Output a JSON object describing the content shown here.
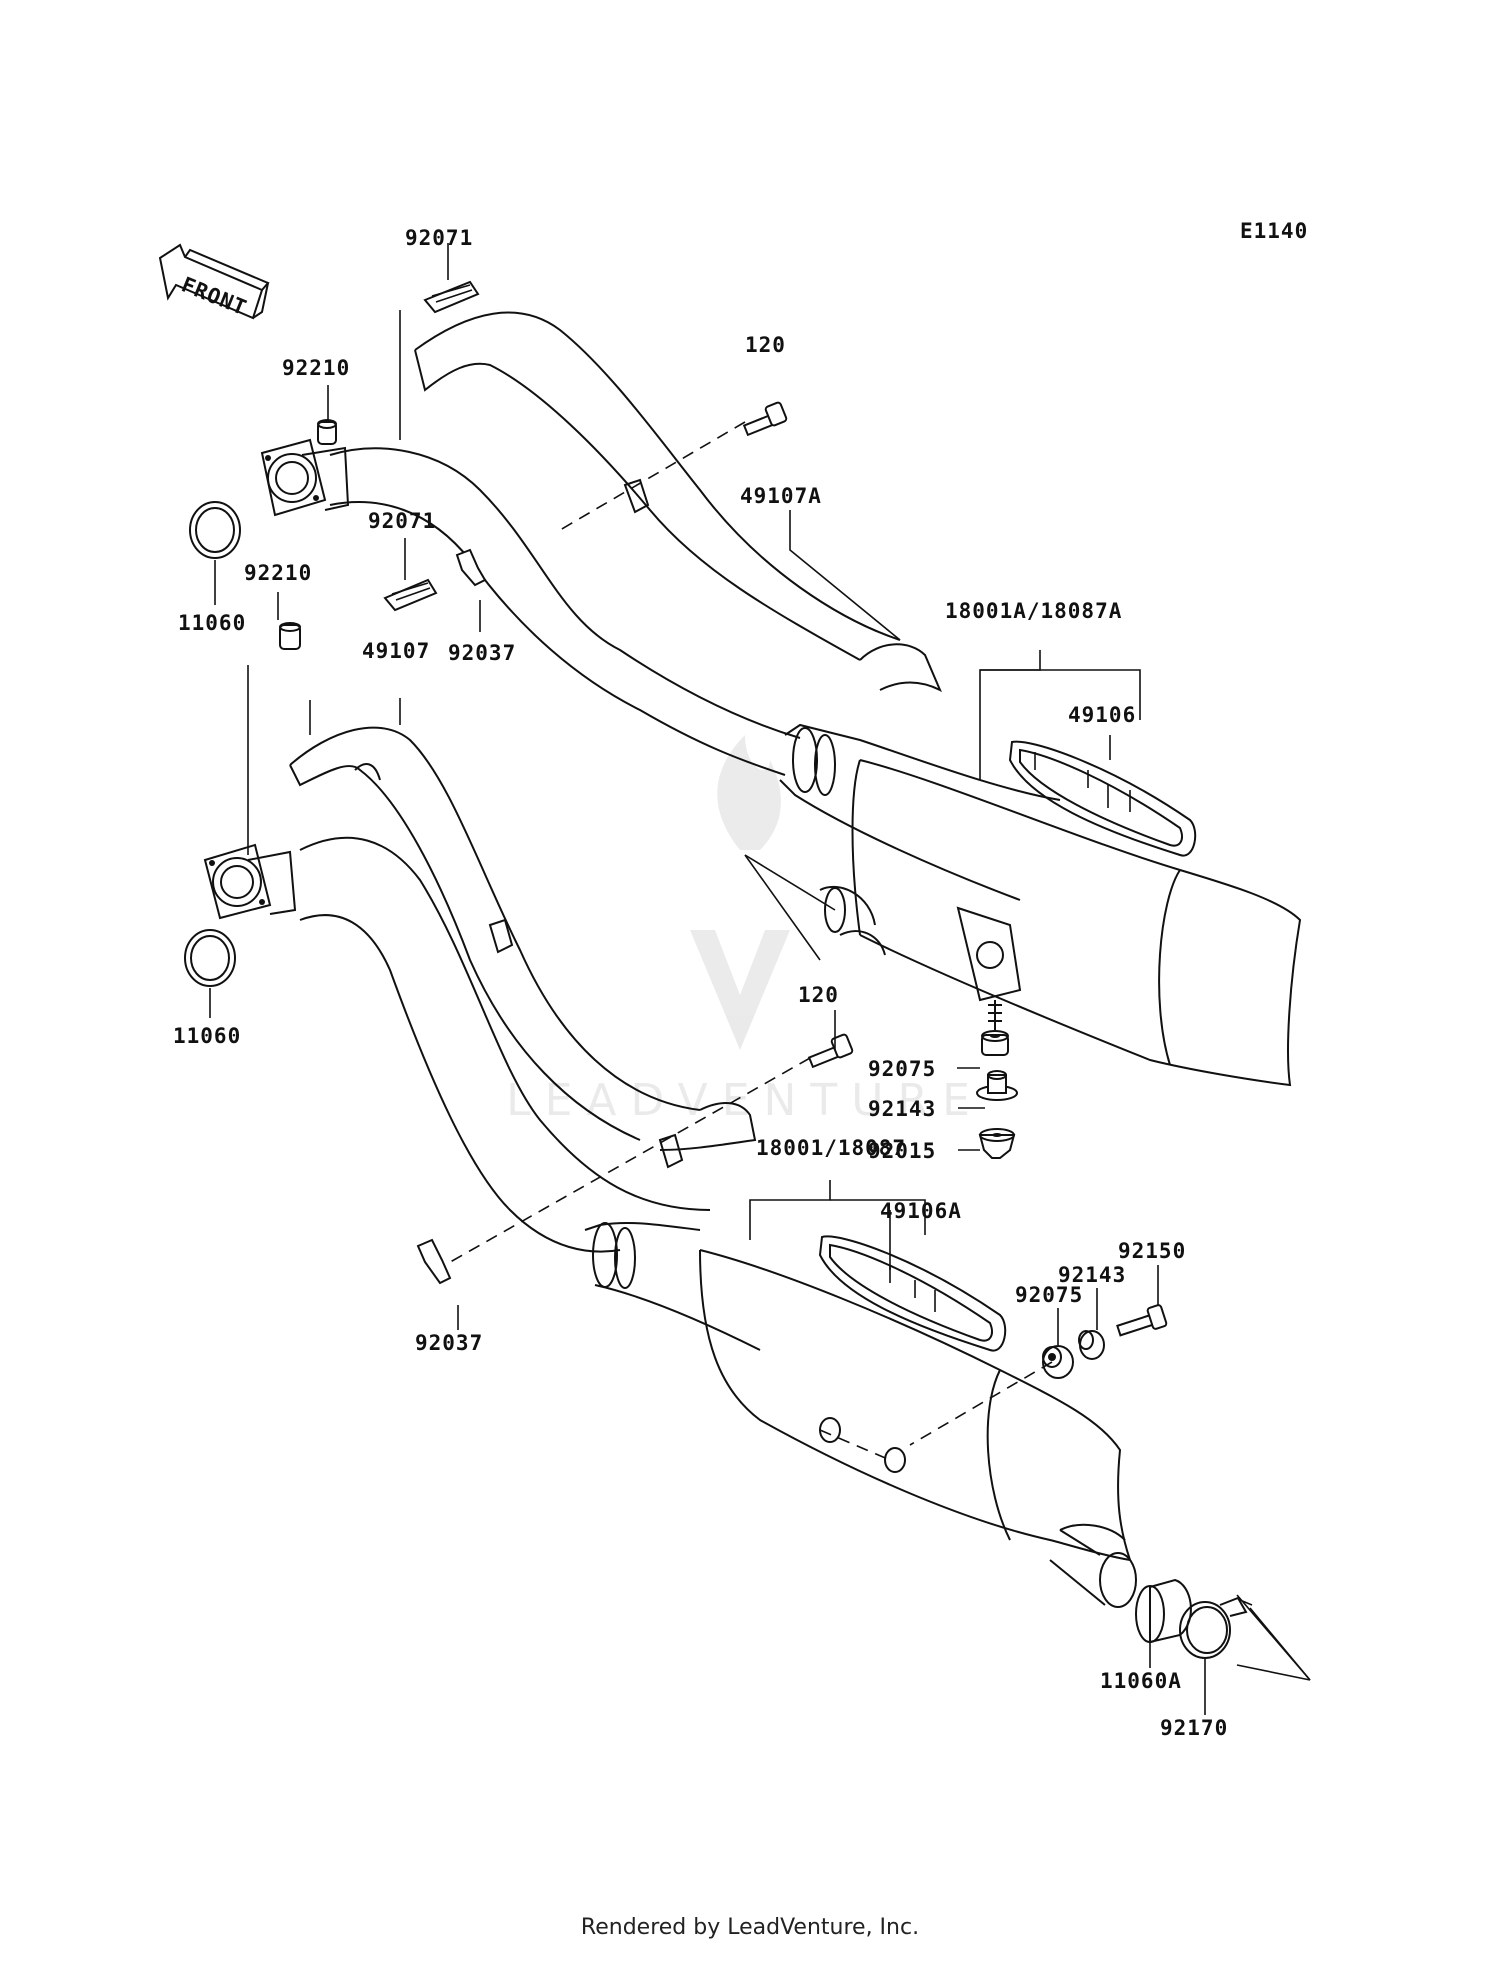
{
  "diagram": {
    "code": "E1140",
    "front_label": "FRONT",
    "callouts": {
      "c92071_top": "92071",
      "c92210_top": "92210",
      "c11060_top": "11060",
      "c92210_mid": "92210",
      "c92071_mid": "92071",
      "c92037_top": "92037",
      "c120_top": "120",
      "c49107A": "49107A",
      "c18001A": "18001A/18087A",
      "c49106": "49106",
      "c49107": "49107",
      "c11060_bot": "11060",
      "c120_bot": "120",
      "c92075_a": "92075",
      "c92143_a": "92143",
      "c92015": "92015",
      "c18001": "18001/18087",
      "c49106A": "49106A",
      "c92150": "92150",
      "c92143_b": "92143",
      "c92075_b": "92075",
      "c92037_bot": "92037",
      "c11060A": "11060A",
      "c92170": "92170"
    },
    "watermark": "LEADVENTURE"
  },
  "footer": {
    "text": "Rendered by LeadVenture, Inc."
  }
}
